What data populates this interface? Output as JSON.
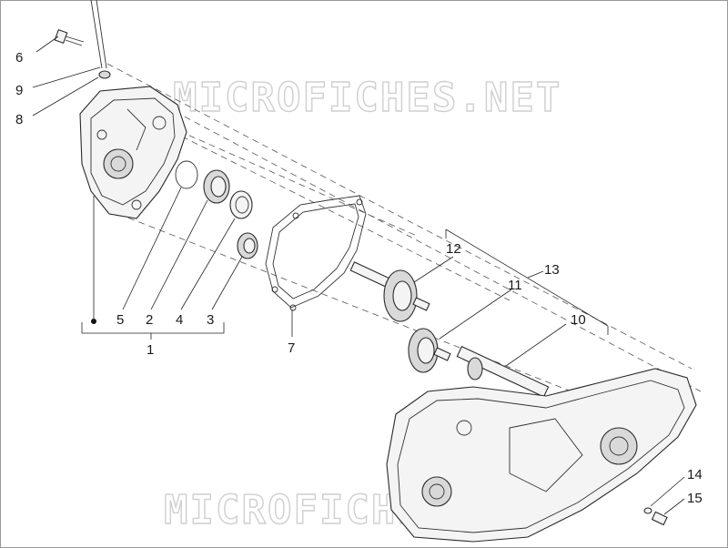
{
  "watermark": {
    "top": "MICROFICHES.NET",
    "bottom": "MICROFICHES.NET"
  },
  "callouts": {
    "c1": "1",
    "c2": "2",
    "c3": "3",
    "c4": "4",
    "c5": "5",
    "c6": "6",
    "c7": "7",
    "c8": "8",
    "c9": "9",
    "c10": "10",
    "c11": "11",
    "c12": "12",
    "c13": "13",
    "c14": "14",
    "c15": "15"
  }
}
